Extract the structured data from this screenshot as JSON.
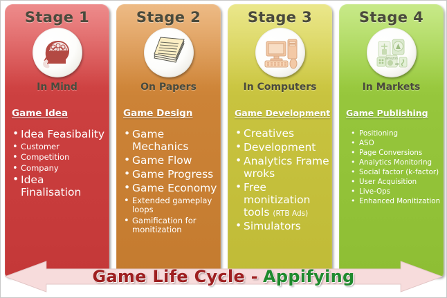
{
  "banner": {
    "text_primary": "Game Life Cycle -",
    "text_accent": "Appifying",
    "primary_color": "#9E1F20",
    "accent_color": "#1F8A2E",
    "fill_color": "#F7DCDC"
  },
  "panels": [
    {
      "stage_label": "Stage 1",
      "icon_name": "head-with-brain-icon",
      "medal_caption": "In Mind",
      "heading": "Game Idea",
      "color": "#CC4040",
      "items": [
        {
          "level": 1,
          "text": "Idea Feasibality"
        },
        {
          "level": 2,
          "text": "Customer"
        },
        {
          "level": 2,
          "text": "Competition"
        },
        {
          "level": 2,
          "text": "Company"
        },
        {
          "level": 1,
          "text": "Idea Finalisation"
        }
      ]
    },
    {
      "stage_label": "Stage 2",
      "icon_name": "stack-of-papers-icon",
      "medal_caption": "On Papers",
      "heading": "Game Design",
      "color": "#CC8337",
      "items": [
        {
          "level": 1,
          "text": "Game Mechanics"
        },
        {
          "level": 1,
          "text": "Game Flow"
        },
        {
          "level": 1,
          "text": "Game Progress"
        },
        {
          "level": 1,
          "text": "Game Economy"
        },
        {
          "level": 2,
          "text": "Extended gameplay loops"
        },
        {
          "level": 2,
          "text": "Gamification for monitization"
        }
      ]
    },
    {
      "stage_label": "Stage 3",
      "icon_name": "desktop-computer-icon",
      "medal_caption": "In Computers",
      "heading": "Game Development",
      "color": "#C8C33F",
      "items": [
        {
          "level": 1,
          "text": "Creatives"
        },
        {
          "level": 1,
          "text": "Development"
        },
        {
          "level": 1,
          "text": "Analytics Frame wroks"
        },
        {
          "level": 1,
          "text": "Free monitization tools",
          "note": "(RTB Ads)"
        },
        {
          "level": 1,
          "text": "Simulators"
        }
      ]
    },
    {
      "stage_label": "Stage 4",
      "icon_name": "app-stores-icon",
      "medal_caption": "In Markets",
      "heading": "Game Publishing",
      "color": "#96C63C",
      "items": [
        {
          "level": 3,
          "text": "Positioning"
        },
        {
          "level": 3,
          "text": "ASO"
        },
        {
          "level": 3,
          "text": "Page Conversions"
        },
        {
          "level": 3,
          "text": "Analytics Monitoring"
        },
        {
          "level": 3,
          "text": "Social factor (k-factor)"
        },
        {
          "level": 3,
          "text": "User Acquisition"
        },
        {
          "level": 3,
          "text": "Live-Ops"
        },
        {
          "level": 3,
          "text": "Enhanced Monitization"
        }
      ]
    }
  ]
}
